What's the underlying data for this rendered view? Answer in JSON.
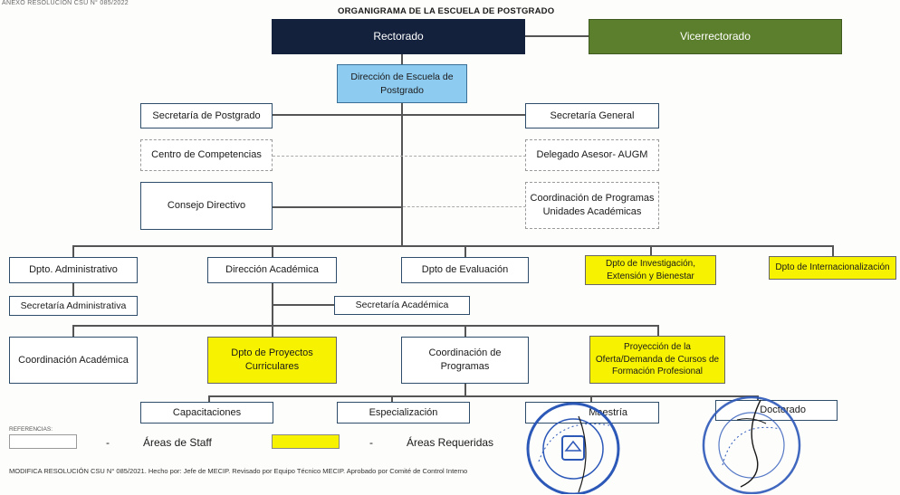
{
  "header": {
    "top_note": "ANEXO RESOLUCIÓN CSU N° 085/2022",
    "title": "ORGANIGRAMA DE LA ESCUELA DE POSTGRADO"
  },
  "nodes": {
    "rectorado": "Rectorado",
    "vicerrectorado": "Vicerrectorado",
    "direccion_escuela": "Dirección de Escuela de Postgrado",
    "secretaria_postgrado": "Secretaría de Postgrado",
    "secretaria_general": "Secretaría General",
    "centro_competencias": "Centro de Competencias",
    "delegado_asesor": "Delegado Asesor- AUGM",
    "consejo_directivo": "Consejo Directivo",
    "coordinacion_programas_ua": "Coordinación de Programas Unidades Académicas",
    "dpto_administrativo": "Dpto. Administrativo",
    "direccion_academica": "Dirección Académica",
    "dpto_evaluacion": "Dpto de Evaluación",
    "dpto_investigacion": "Dpto de Investigación, Extensión y Bienestar",
    "dpto_internacionalizacion": "Dpto de Internacionalización",
    "secretaria_administrativa": "Secretaría Administrativa",
    "secretaria_academica": "Secretaría Académica",
    "coordinacion_academica": "Coordinación Académica",
    "dpto_proyectos": "Dpto de Proyectos Curriculares",
    "coordinacion_programas": "Coordinación de Programas",
    "proyeccion_oferta": "Proyección de la Oferta/Demanda de Cursos de Formación Profesional",
    "capacitaciones": "Capacitaciones",
    "especializacion": "Especialización",
    "maestria": "Maestría",
    "doctorado": "Doctorado"
  },
  "legend": {
    "label": "REFERENCIAS:",
    "dash1": "-",
    "staff": "Áreas de Staff",
    "dash2": "-",
    "required": "Áreas Requeridas"
  },
  "footer": "MODIFICA RESOLUCIÓN CSU N° 085/2021. Hecho por: Jefe de MECIP. Revisado por Equipo Técnico MECIP. Aprobado por Comité de Control Interno",
  "colors": {
    "rectorado_bg": "#14213d",
    "vicerrectorado_bg": "#5b7f2c",
    "direccion_bg": "#8ecbf0",
    "required_bg": "#f7f300",
    "seal_blue": "#2c58b8"
  },
  "icons": {
    "seal_left": "university-seal-icon",
    "seal_right": "university-seal-icon"
  }
}
